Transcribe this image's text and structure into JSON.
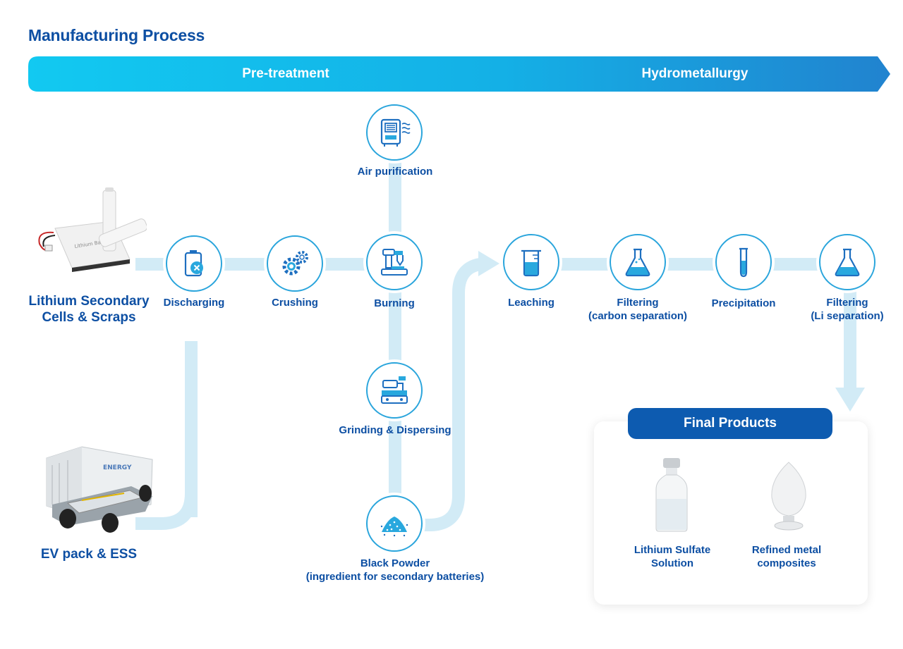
{
  "title": "Manufacturing Process",
  "phases": {
    "pretreatment": "Pre-treatment",
    "hydrometallurgy": "Hydrometallurgy"
  },
  "inputs": {
    "cells": {
      "line1": "Lithium Secondary",
      "line2": "Cells & Scraps"
    },
    "ev": "EV pack & ESS"
  },
  "steps": {
    "discharging": "Discharging",
    "crushing": "Crushing",
    "burning": "Burning",
    "air_purification": "Air purification",
    "grinding": "Grinding & Dispersing",
    "black_powder": {
      "line1": "Black Powder",
      "line2": "(ingredient for secondary batteries)"
    },
    "leaching": "Leaching",
    "filtering_carbon": {
      "line1": "Filtering",
      "line2": "(carbon separation)"
    },
    "precipitation": "Precipitation",
    "filtering_li": {
      "line1": "Filtering",
      "line2": "(Li separation)"
    }
  },
  "final": {
    "header": "Final Products",
    "product1": {
      "line1": "Lithium Sulfate",
      "line2": "Solution"
    },
    "product2": {
      "line1": "Refined metal",
      "line2": "composites"
    }
  },
  "colors": {
    "accent": "#0d4fa3",
    "icon": "#2aa5dc",
    "path": "#d2ebf6",
    "banner_start": "#12c6f0",
    "banner_end": "#1f86d2"
  }
}
